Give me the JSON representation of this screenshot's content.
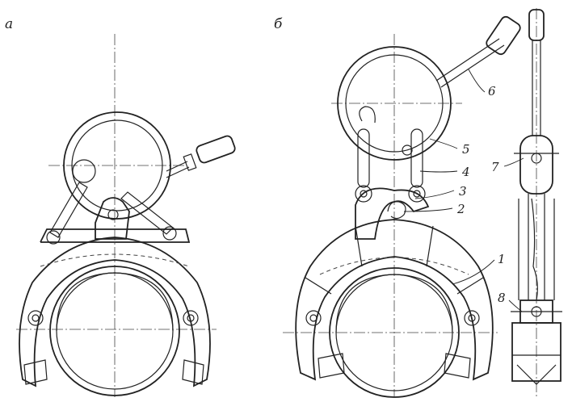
{
  "figure": {
    "panel_a_label": "а",
    "panel_b_label": "б"
  },
  "callouts": [
    {
      "id": "c1",
      "text": "1"
    },
    {
      "id": "c2",
      "text": "2"
    },
    {
      "id": "c3",
      "text": "3"
    },
    {
      "id": "c4",
      "text": "4"
    },
    {
      "id": "c5",
      "text": "5"
    },
    {
      "id": "c6",
      "text": "6"
    },
    {
      "id": "c7",
      "text": "7"
    },
    {
      "id": "c8",
      "text": "8"
    }
  ],
  "colors": {
    "ink": "#222222",
    "paper": "#ffffff"
  }
}
